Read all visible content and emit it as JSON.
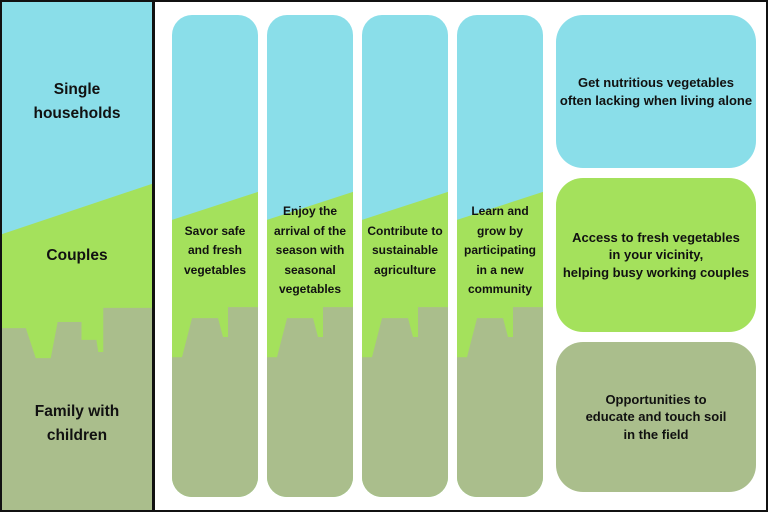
{
  "colors": {
    "cyan": "#8adee9",
    "green": "#a4e15c",
    "olive": "#aabe8c",
    "ink": "#111111",
    "paper": "#ffffff"
  },
  "sidebar": {
    "segments": [
      {
        "id": "single-households",
        "label": "Single\nhouseholds",
        "color": "#8adee9"
      },
      {
        "id": "couples",
        "label": "Couples",
        "color": "#a4e15c"
      },
      {
        "id": "family-with-children",
        "label": "Family with\nchildren",
        "color": "#aabe8c"
      }
    ]
  },
  "pills": [
    {
      "text": "Savor safe\nand fresh\nvegetables"
    },
    {
      "text": "Enjoy the\narrival of the\nseason with\nseasonal\nvegetables"
    },
    {
      "text": "Contribute to\nsustainable\nagriculture"
    },
    {
      "text": "Learn and\ngrow by\nparticipating\nin a new\ncommunity"
    }
  ],
  "benefits": [
    {
      "audience": "single-households",
      "color": "#8adee9",
      "text": "Get nutritious vegetables\noften lacking when living alone"
    },
    {
      "audience": "couples",
      "color": "#a4e15c",
      "text": "Access to fresh vegetables\nin your vicinity,\nhelping busy working couples"
    },
    {
      "audience": "family-with-children",
      "color": "#aabe8c",
      "text": "Opportunities to\neducate and touch soil\nin the field"
    }
  ]
}
